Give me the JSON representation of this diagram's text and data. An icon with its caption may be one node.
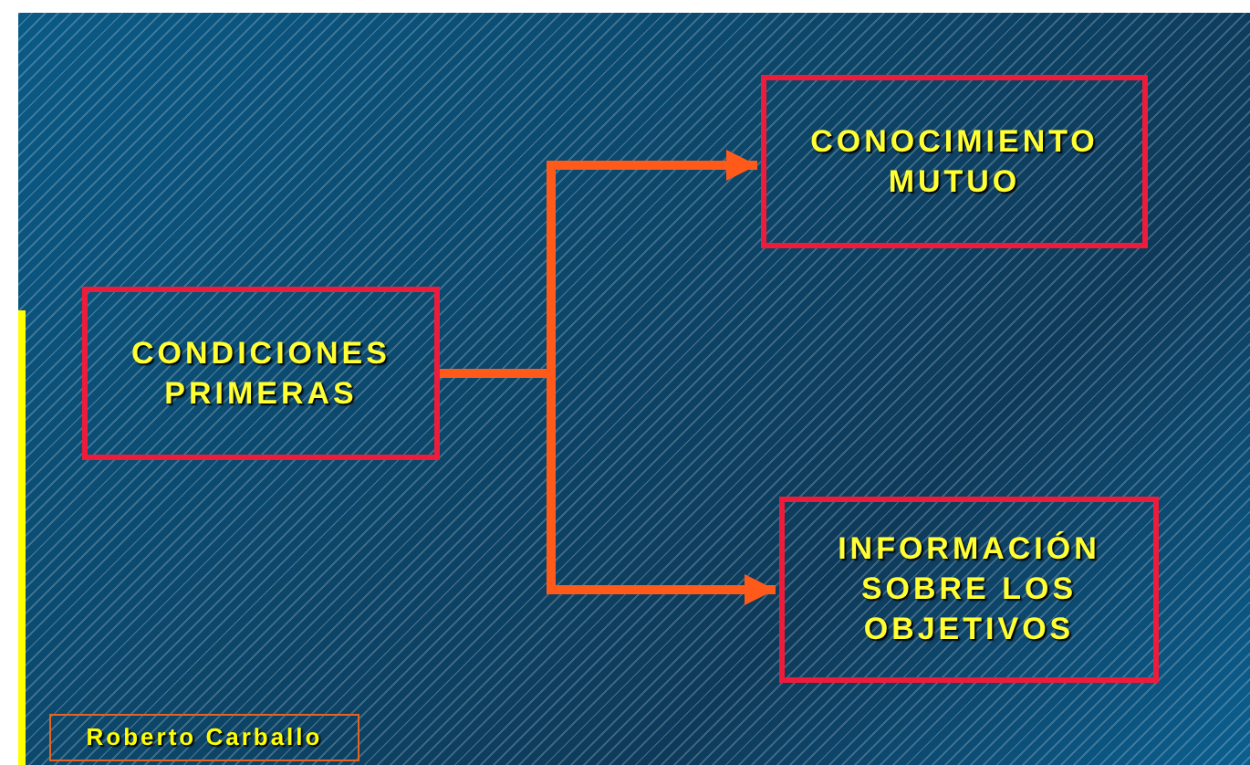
{
  "diagram": {
    "nodes": [
      {
        "text": [
          "CONDICIONES PRIMERAS"
        ]
      },
      {
        "text": [
          "CONOCIMIENTO MUTUO"
        ]
      },
      {
        "text": [
          "INFORMACIÓN SOBRE LOS OBJETIVOS"
        ]
      },
      {
        "text": [
          "Roberto Carballo"
        ]
      }
    ],
    "edges": [
      {
        "from": 0,
        "to": 1,
        "arrow": "to"
      },
      {
        "from": 0,
        "to": 2,
        "arrow": "to"
      }
    ]
  }
}
